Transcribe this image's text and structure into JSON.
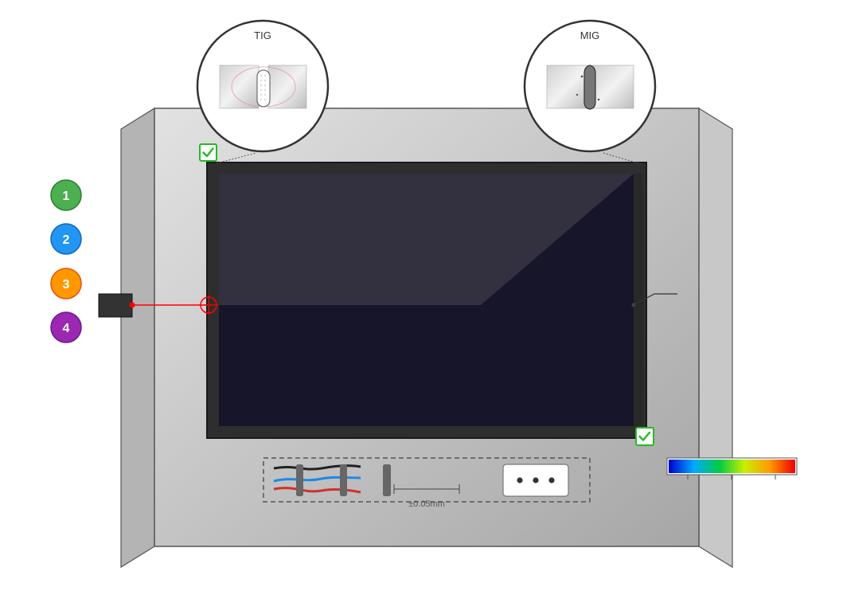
{
  "magnifiers": [
    {
      "label": "TIG"
    },
    {
      "label": "MIG"
    }
  ],
  "steps": [
    {
      "label": "1",
      "color": "#4caf50"
    },
    {
      "label": "2",
      "color": "#2196f3"
    },
    {
      "label": "3",
      "color": "#ff9800"
    },
    {
      "label": "4",
      "color": "#9c27b0"
    }
  ],
  "tolerance": {
    "label": "±0.05mm"
  },
  "colors": {
    "check": "#22bb22",
    "laser": "#ff0000",
    "wire_black": "#222222",
    "wire_blue": "#1e88e5",
    "wire_red": "#d32f2f"
  }
}
